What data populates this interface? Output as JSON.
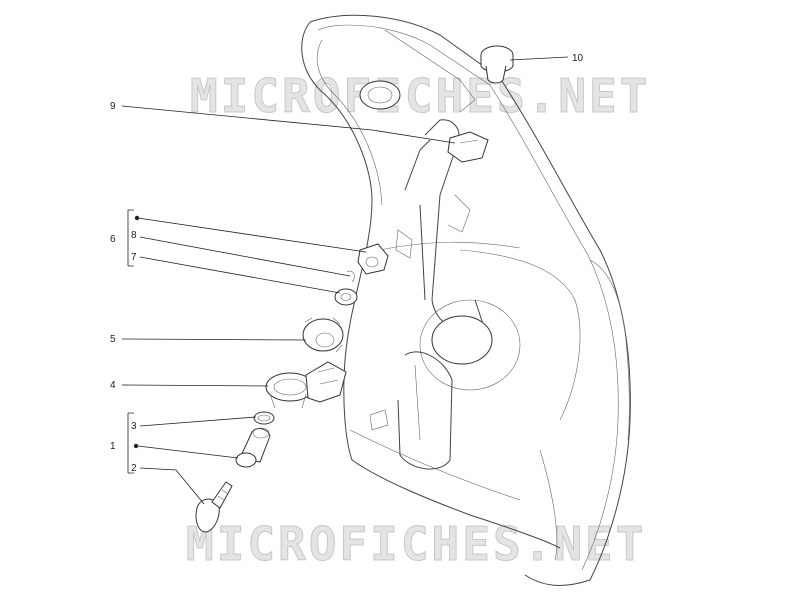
{
  "watermark": {
    "text": "MICROFICHES.NET"
  },
  "callouts": {
    "c1": "1",
    "c2": "2",
    "c3": "3",
    "c4": "4",
    "c5": "5",
    "c6": "6",
    "c7": "7",
    "c8": "8",
    "c9": "9",
    "c10": "10"
  }
}
